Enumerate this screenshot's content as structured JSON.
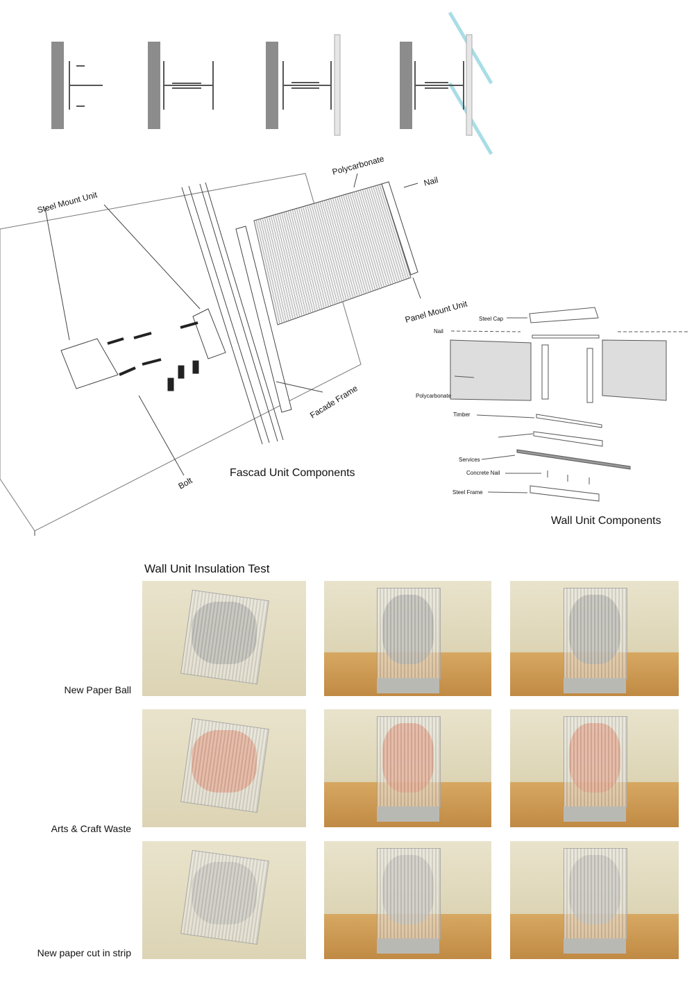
{
  "facade": {
    "labels": {
      "steel_mount_unit": "Steel Mount Unit",
      "polycarbonate": "Polycarbonate",
      "nail": "Nail",
      "panel_mount_unit": "Panel Mount Unit",
      "facade_frame": "Facade Frame",
      "bolt": "Bolt"
    },
    "title": "Fascad Unit Components"
  },
  "wall_unit": {
    "labels": {
      "steel_cap": "Steel Cap",
      "nail": "Nail",
      "polycarbonate": "Polycarbonate",
      "timber": "Timber",
      "services": "Services",
      "concrete_nail": "Concrete Nail",
      "steel_frame": "Steel Frame"
    },
    "title": "Wall Unit Components"
  },
  "insulation_test": {
    "title": "Wall Unit Insulation Test",
    "rows": [
      {
        "label": "New Paper Ball",
        "fill_color": "#8a8a80"
      },
      {
        "label": "Arts & Craft Waste",
        "fill_color": "#e2683a"
      },
      {
        "label": "New paper cut in strip",
        "fill_color": "#a8a69a"
      }
    ]
  },
  "colors": {
    "wall": "#8c8c8c",
    "glass": "#a8dde6",
    "line": "#333333"
  }
}
